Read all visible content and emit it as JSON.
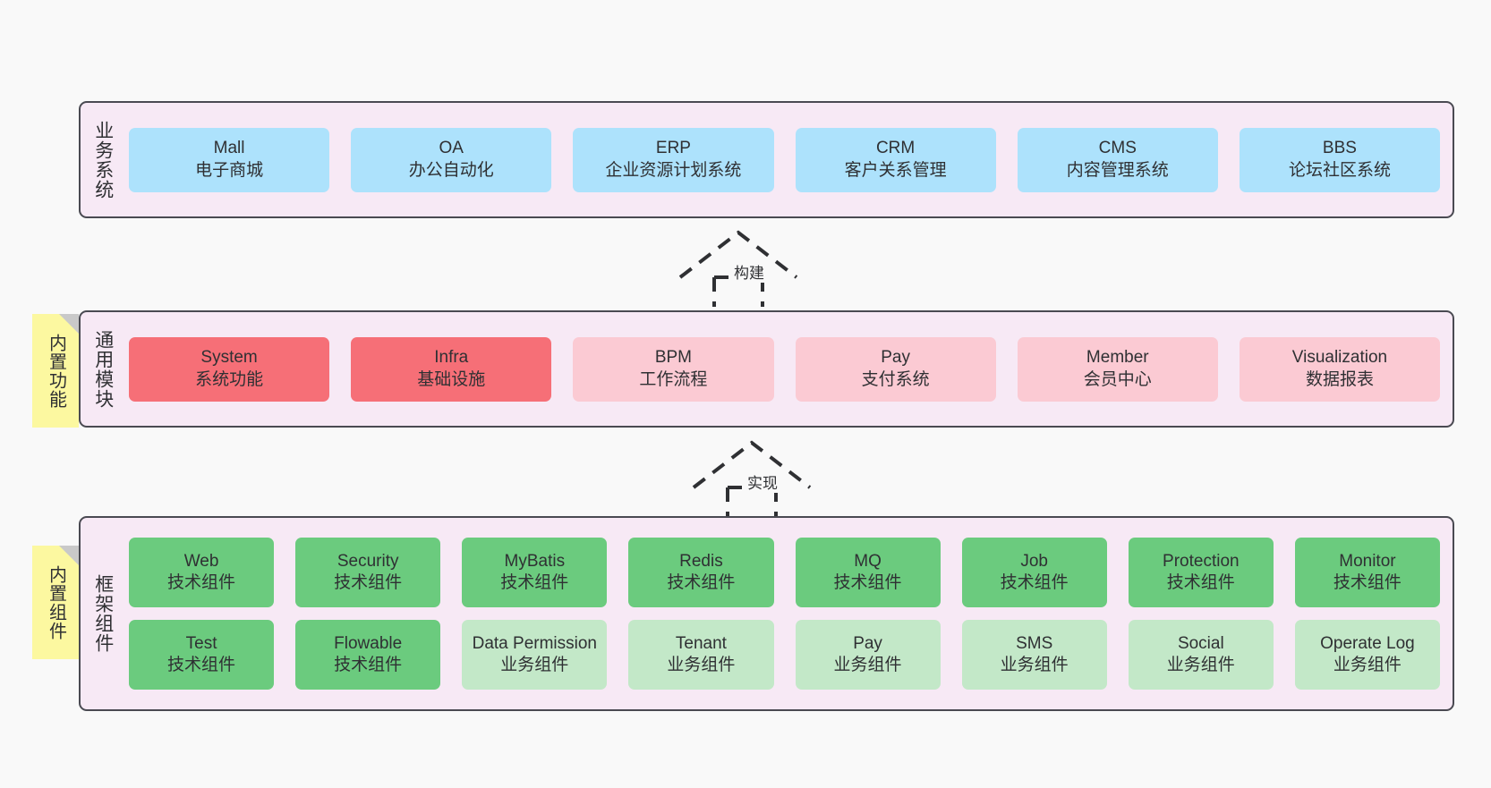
{
  "diagram": {
    "background": "#f9f9f9",
    "panel_color": "#f7e9f5",
    "border_color": "#4a4a52"
  },
  "layers": [
    {
      "id": "business",
      "title": "业务系统",
      "rows": [
        {
          "cells": [
            {
              "en": "Mall",
              "cn": "电子商城",
              "color": "#ade2fc",
              "style": "c-blue"
            },
            {
              "en": "OA",
              "cn": "办公自动化",
              "color": "#ade2fc",
              "style": "c-blue"
            },
            {
              "en": "ERP",
              "cn": "企业资源计划系统",
              "color": "#ade2fc",
              "style": "c-blue"
            },
            {
              "en": "CRM",
              "cn": "客户关系管理",
              "color": "#ade2fc",
              "style": "c-blue"
            },
            {
              "en": "CMS",
              "cn": "内容管理系统",
              "color": "#ade2fc",
              "style": "c-blue"
            },
            {
              "en": "BBS",
              "cn": "论坛社区系统",
              "color": "#ade2fc",
              "style": "c-blue"
            }
          ]
        }
      ]
    },
    {
      "id": "common",
      "title": "通用模块",
      "sticky": "内置功能",
      "rows": [
        {
          "cells": [
            {
              "en": "System",
              "cn": "系统功能",
              "color": "#f66f77",
              "style": "c-red"
            },
            {
              "en": "Infra",
              "cn": "基础设施",
              "color": "#f66f77",
              "style": "c-red"
            },
            {
              "en": "BPM",
              "cn": "工作流程",
              "color": "#fbcad3",
              "style": "c-pink"
            },
            {
              "en": "Pay",
              "cn": "支付系统",
              "color": "#fbcad3",
              "style": "c-pink"
            },
            {
              "en": "Member",
              "cn": "会员中心",
              "color": "#fbcad3",
              "style": "c-pink"
            },
            {
              "en": "Visualization",
              "cn": "数据报表",
              "color": "#fbcad3",
              "style": "c-pink"
            }
          ]
        }
      ]
    },
    {
      "id": "framework",
      "title": "框架组件",
      "sticky": "内置组件",
      "rows": [
        {
          "cells": [
            {
              "en": "Web",
              "cn": "技术组件",
              "color": "#6bcb7e",
              "style": "c-green"
            },
            {
              "en": "Security",
              "cn": "技术组件",
              "color": "#6bcb7e",
              "style": "c-green"
            },
            {
              "en": "MyBatis",
              "cn": "技术组件",
              "color": "#6bcb7e",
              "style": "c-green"
            },
            {
              "en": "Redis",
              "cn": "技术组件",
              "color": "#6bcb7e",
              "style": "c-green"
            },
            {
              "en": "MQ",
              "cn": "技术组件",
              "color": "#6bcb7e",
              "style": "c-green"
            },
            {
              "en": "Job",
              "cn": "技术组件",
              "color": "#6bcb7e",
              "style": "c-green"
            },
            {
              "en": "Protection",
              "cn": "技术组件",
              "color": "#6bcb7e",
              "style": "c-green"
            },
            {
              "en": "Monitor",
              "cn": "技术组件",
              "color": "#6bcb7e",
              "style": "c-green"
            }
          ]
        },
        {
          "cells": [
            {
              "en": "Test",
              "cn": "技术组件",
              "color": "#6bcb7e",
              "style": "c-green"
            },
            {
              "en": "Flowable",
              "cn": "技术组件",
              "color": "#6bcb7e",
              "style": "c-green"
            },
            {
              "en": "Data Permission",
              "cn": "业务组件",
              "color": "#c3e8c8",
              "style": "c-lgreen wrap"
            },
            {
              "en": "Tenant",
              "cn": "业务组件",
              "color": "#c3e8c8",
              "style": "c-lgreen"
            },
            {
              "en": "Pay",
              "cn": "业务组件",
              "color": "#c3e8c8",
              "style": "c-lgreen"
            },
            {
              "en": "SMS",
              "cn": "业务组件",
              "color": "#c3e8c8",
              "style": "c-lgreen"
            },
            {
              "en": "Social",
              "cn": "业务组件",
              "color": "#c3e8c8",
              "style": "c-lgreen"
            },
            {
              "en": "Operate Log",
              "cn": "业务组件",
              "color": "#c3e8c8",
              "style": "c-lgreen"
            }
          ]
        }
      ]
    }
  ],
  "connectors": [
    {
      "id": "build",
      "label": "构建"
    },
    {
      "id": "impl",
      "label": "实现"
    }
  ]
}
